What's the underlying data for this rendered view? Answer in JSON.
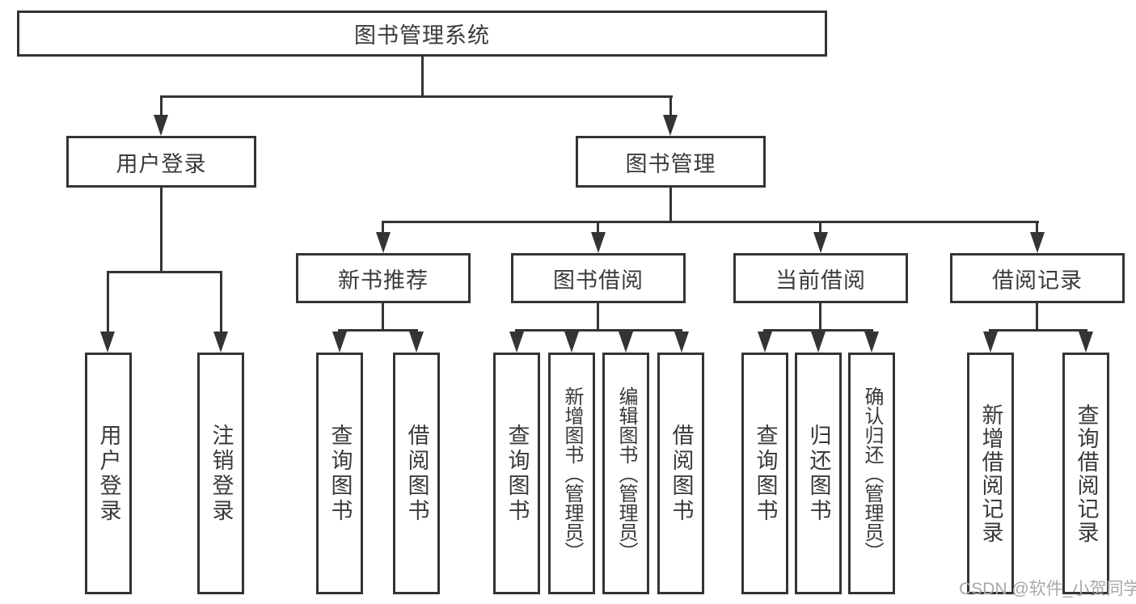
{
  "watermark": {
    "text": "CSDN @软件_小贺同学",
    "color": "#a8a8a8"
  },
  "colors": {
    "line": "#343434",
    "text": "#3a3a3a",
    "background": "#ffffff"
  },
  "diagram_type": "hierarchy-tree",
  "tree": {
    "label": "图书管理系统",
    "children": [
      {
        "label": "用户登录",
        "children": [
          {
            "label": "用户登录"
          },
          {
            "label": "注销登录"
          }
        ]
      },
      {
        "label": "图书管理",
        "children": [
          {
            "label": "新书推荐",
            "children": [
              {
                "label": "查询图书"
              },
              {
                "label": "借阅图书"
              }
            ]
          },
          {
            "label": "图书借阅",
            "children": [
              {
                "label": "查询图书"
              },
              {
                "label": "新增图书（管理员）"
              },
              {
                "label": "编辑图书（管理员）"
              },
              {
                "label": "借阅图书"
              }
            ]
          },
          {
            "label": "当前借阅",
            "children": [
              {
                "label": "查询图书"
              },
              {
                "label": "归还图书"
              },
              {
                "label": "确认归还（管理员）"
              }
            ]
          },
          {
            "label": "借阅记录",
            "children": [
              {
                "label": "新增借阅记录"
              },
              {
                "label": "查询借阅记录"
              }
            ]
          }
        ]
      }
    ]
  }
}
